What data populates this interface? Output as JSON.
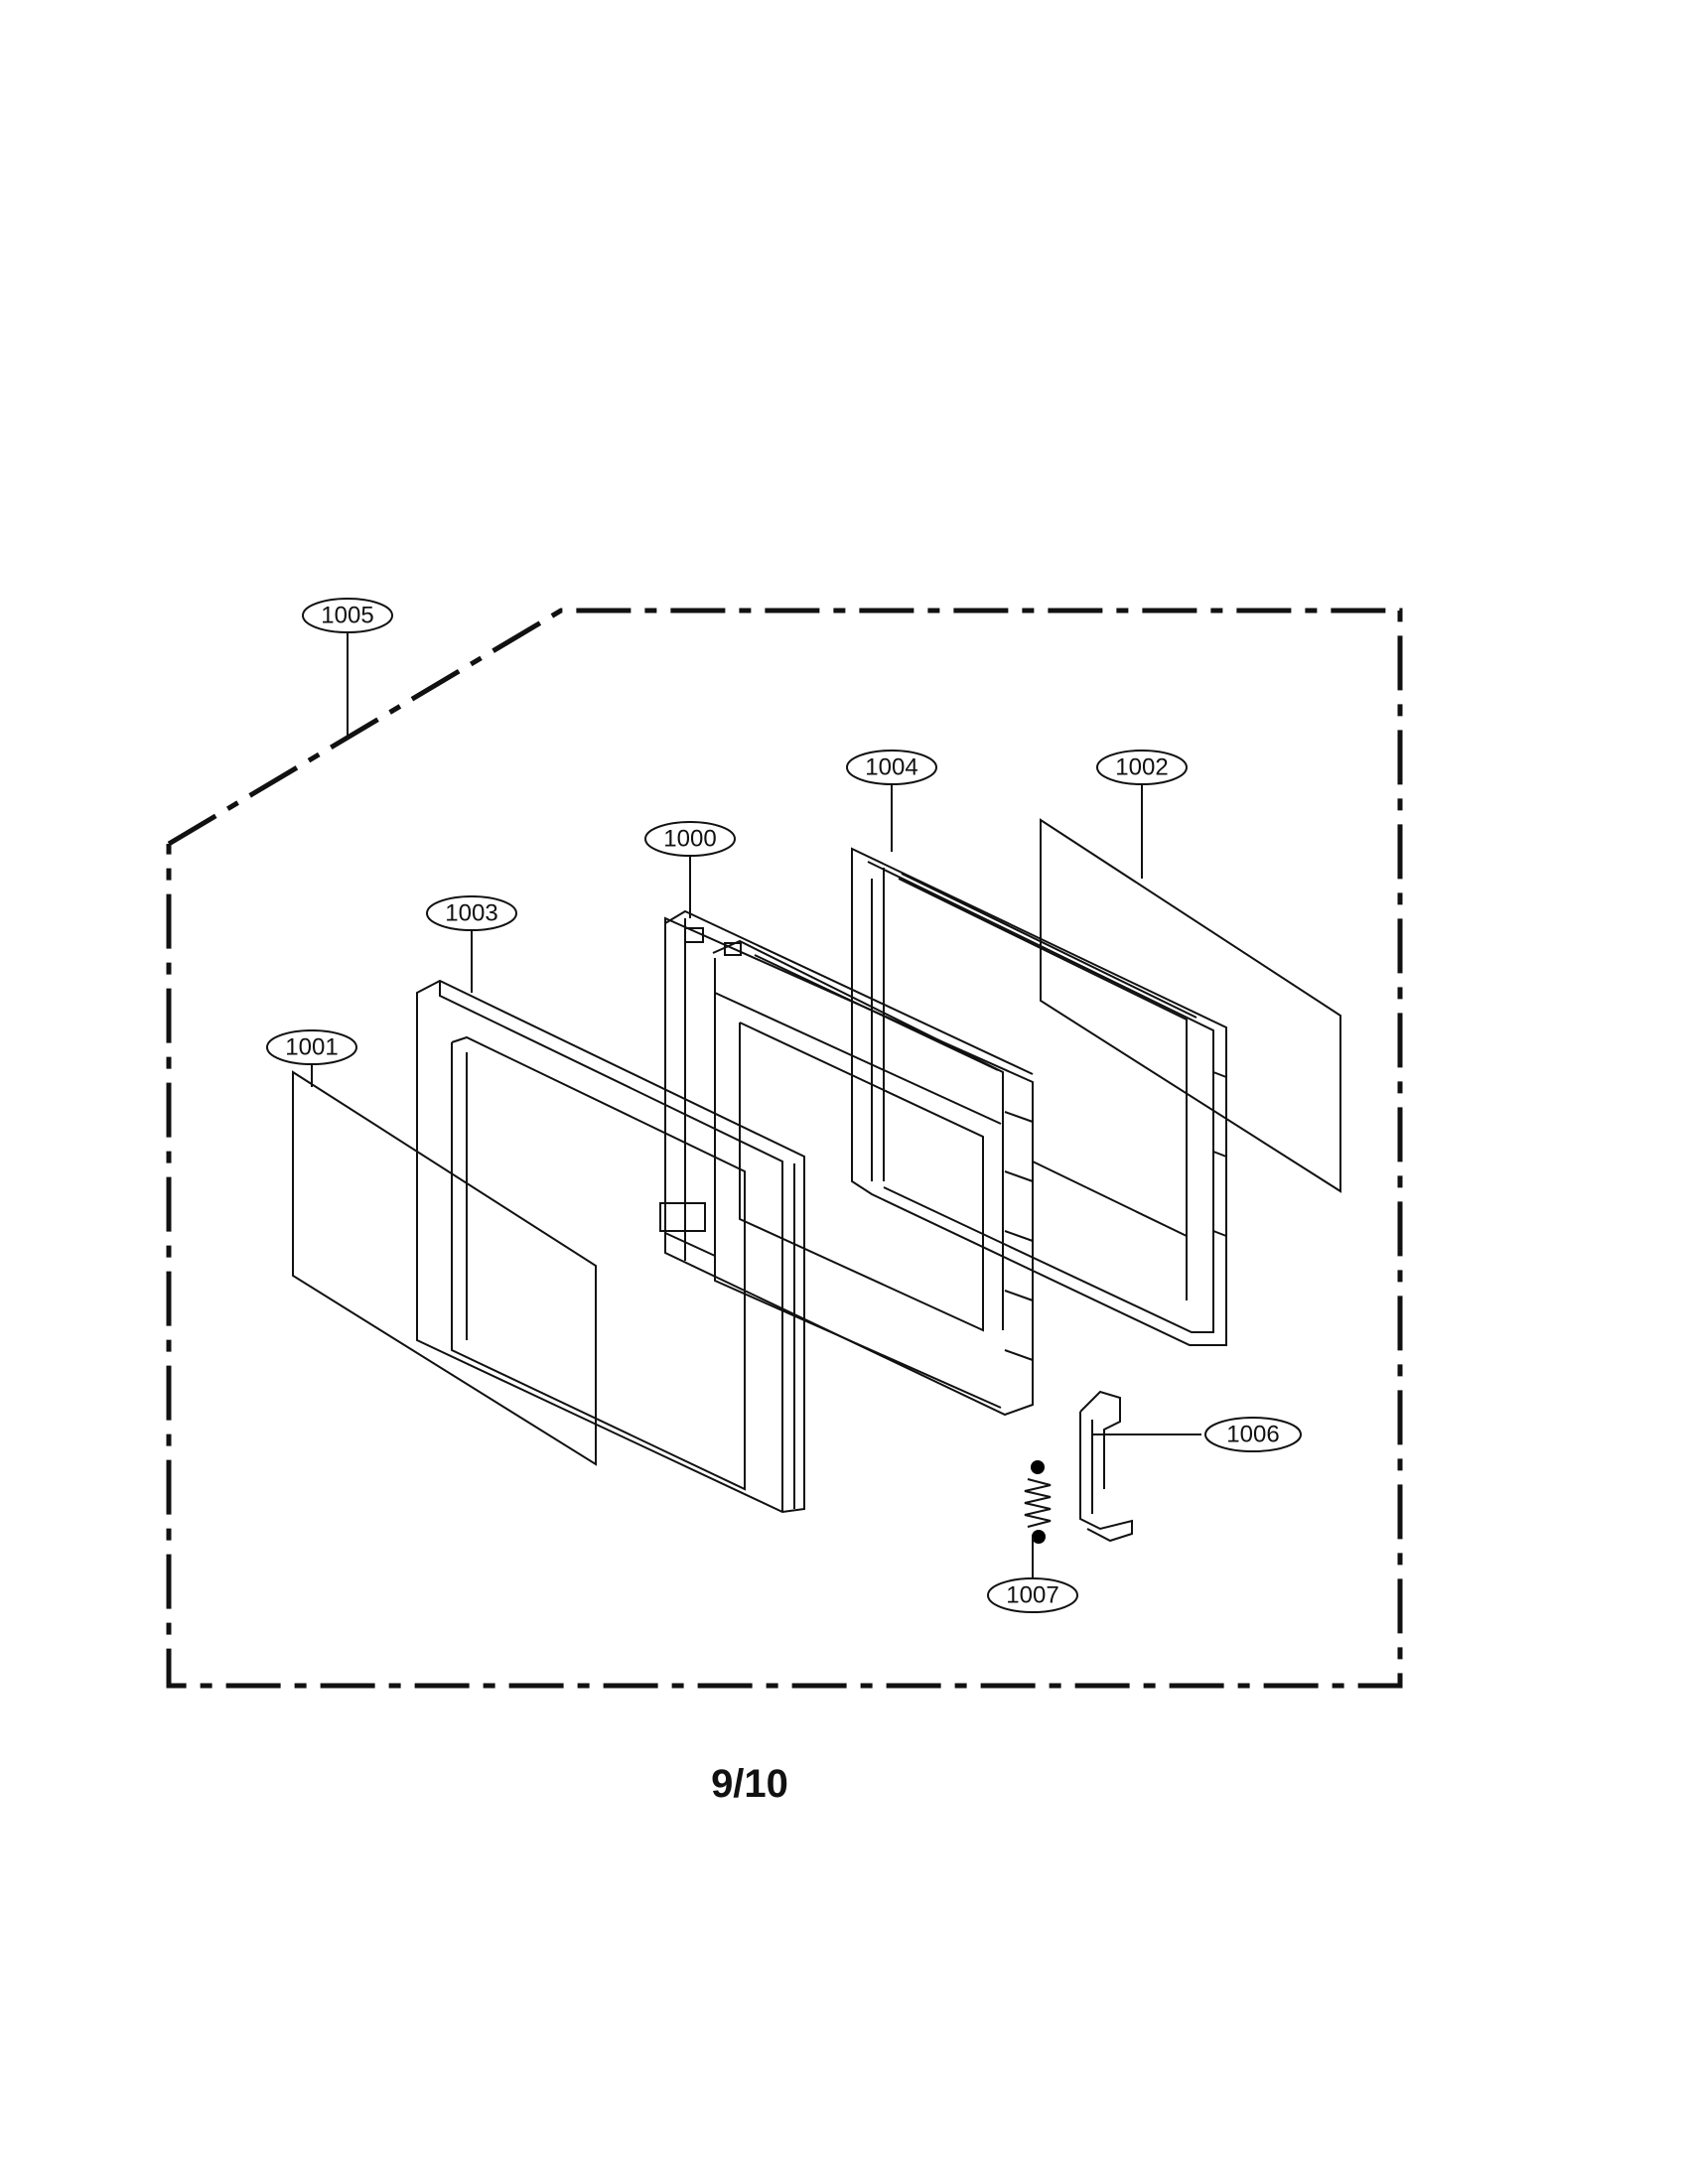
{
  "page_number": "9/10",
  "callouts": {
    "c1000": "1000",
    "c1001": "1001",
    "c1002": "1002",
    "c1003": "1003",
    "c1004": "1004",
    "c1005": "1005",
    "c1006": "1006",
    "c1007": "1007"
  }
}
